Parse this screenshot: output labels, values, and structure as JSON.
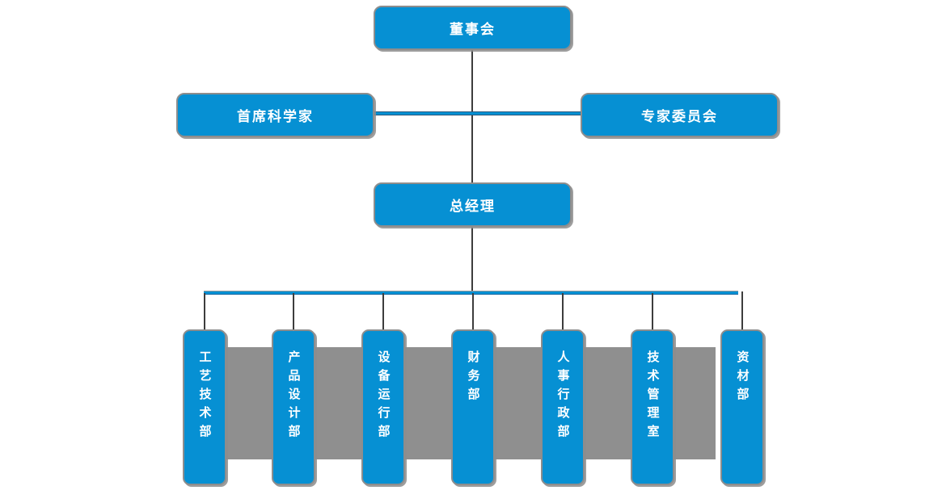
{
  "org_chart": {
    "board": {
      "label": "董事会"
    },
    "chief_scientist": {
      "label": "首席科学家"
    },
    "expert_committee": {
      "label": "专家委员会"
    },
    "general_manager": {
      "label": "总经理"
    },
    "departments": [
      {
        "label": "工艺技术部"
      },
      {
        "label": "产品设计部"
      },
      {
        "label": "设备运行部"
      },
      {
        "label": "财务部"
      },
      {
        "label": "人事行政部"
      },
      {
        "label": "技术管理室"
      },
      {
        "label": "资材部"
      }
    ]
  },
  "colors": {
    "node_blue": "#0690d3",
    "node_border_gray": "#8d8d8d",
    "connector_dark": "#3d3d3d",
    "connector_blue": "#0690d3",
    "band_gray": "#8f8f8f",
    "text_white": "#ffffff",
    "background": "#ffffff"
  }
}
